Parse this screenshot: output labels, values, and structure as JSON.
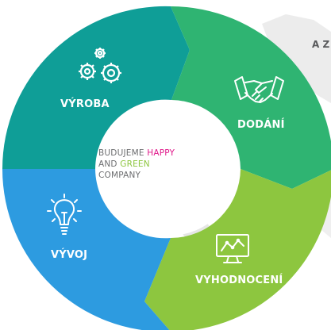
{
  "segments": [
    {
      "id": "vyroba",
      "label": "VÝROBA",
      "color": "#0f9e97",
      "icon": "gears-icon"
    },
    {
      "id": "dodani",
      "label": "DODÁNÍ",
      "color": "#2fb472",
      "icon": "handshake-icon"
    },
    {
      "id": "vyhodnoceni",
      "label": "VYHODNOCENÍ",
      "color": "#8dc63f",
      "icon": "monitor-chart-icon"
    },
    {
      "id": "vyvoj",
      "label": "VÝVOJ",
      "color": "#2d9be0",
      "icon": "lightbulb-icon"
    }
  ],
  "center": {
    "line1_prefix": "BUDUJEME ",
    "line1_highlight": "HAPPY",
    "line2_prefix": "AND ",
    "line2_highlight": "GREEN",
    "line3": "COMPANY",
    "highlight_colors": {
      "happy": "#e0198a",
      "green": "#8dc63f"
    }
  },
  "corner_text": "A Z"
}
